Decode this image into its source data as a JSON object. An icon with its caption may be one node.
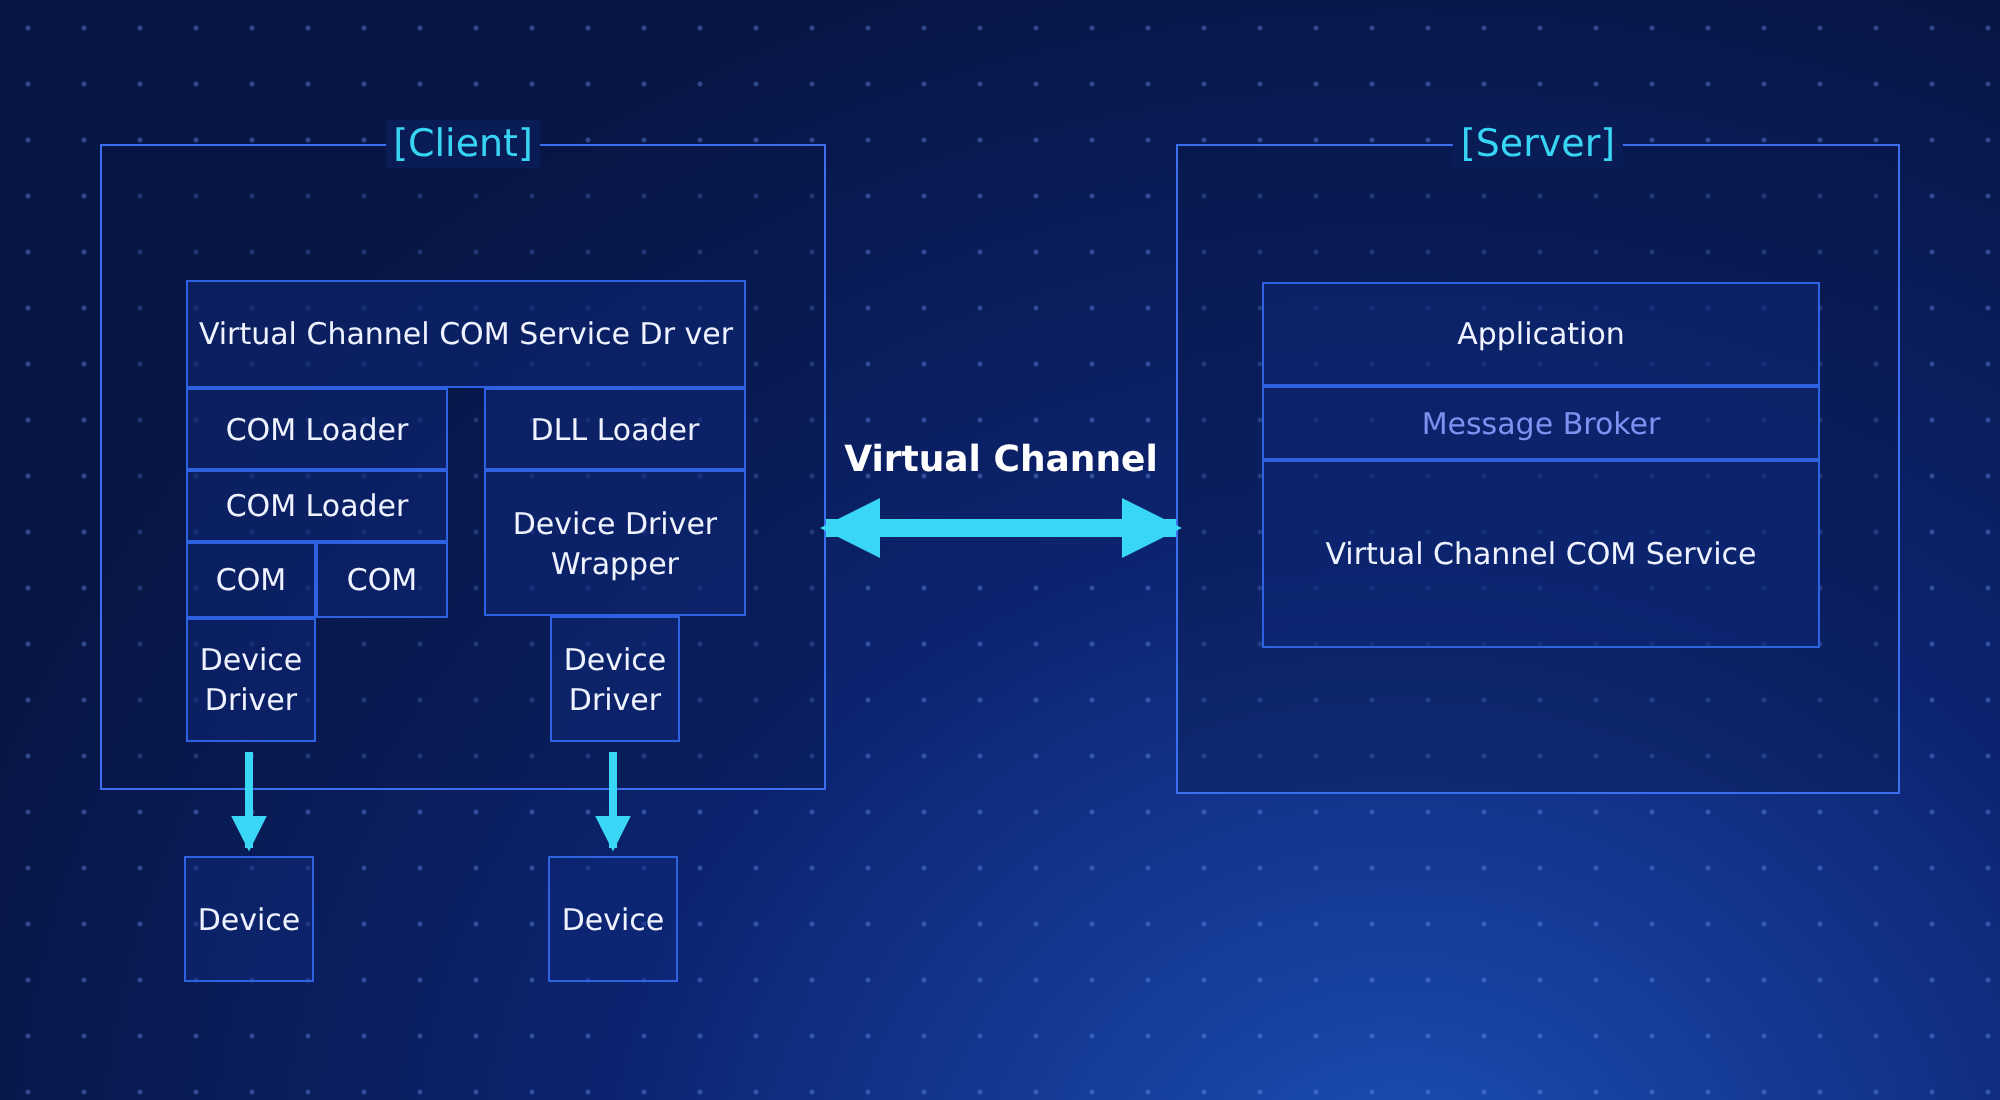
{
  "diagram": {
    "nodes": [
      {
        "text": [
          "[Client]"
        ]
      },
      {
        "text": [
          "Virtual Channel COM Service Dr ver"
        ],
        "in": 0
      },
      {
        "text": [
          "COM Loader"
        ],
        "in": 0
      },
      {
        "text": [
          "COM Loader"
        ],
        "in": 0
      },
      {
        "text": [
          "COM"
        ],
        "in": 0
      },
      {
        "text": [
          "COM"
        ],
        "in": 0
      },
      {
        "text": [
          "Device Driver"
        ],
        "in": 0
      },
      {
        "text": [
          "DLL Loader"
        ],
        "in": 0
      },
      {
        "text": [
          "Device Driver Wrapper"
        ],
        "in": 0
      },
      {
        "text": [
          "Device Driver"
        ],
        "in": 0
      },
      {
        "text": [
          "Device"
        ]
      },
      {
        "text": [
          "Device"
        ]
      },
      {
        "text": [
          "[Server]"
        ]
      },
      {
        "text": [
          "Application"
        ],
        "in": 12
      },
      {
        "text": [
          "Message Broker"
        ],
        "in": 12
      },
      {
        "text": [
          "Virtual Channel COM Service"
        ],
        "in": 12
      }
    ],
    "edges": [
      {
        "from": 6,
        "to": 10,
        "arrow": "to"
      },
      {
        "from": 9,
        "to": 11,
        "arrow": "to"
      },
      {
        "from": 0,
        "to": 12,
        "arrow": "both",
        "label": "Virtual Channel",
        "style": "thick"
      }
    ]
  }
}
